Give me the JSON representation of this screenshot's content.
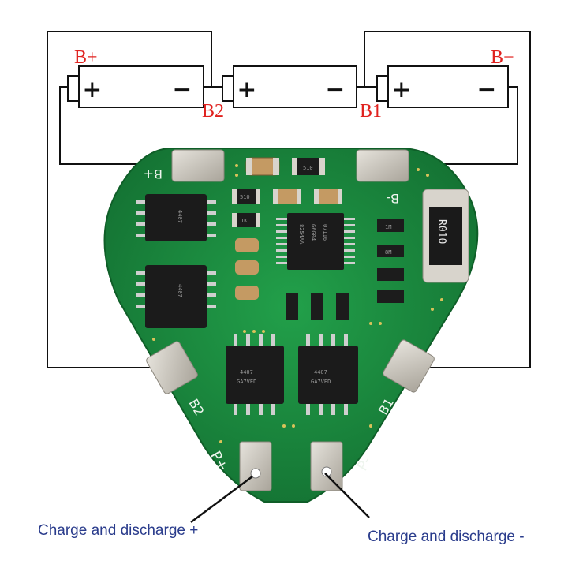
{
  "diagram": {
    "wiring_labels": {
      "b_plus": "B+",
      "b_minus": "B−",
      "b1": "B1",
      "b2": "B2"
    },
    "cell_polarity": {
      "plus": "+",
      "minus": "−"
    },
    "board_silkscreen": {
      "b_plus": "B+",
      "b_minus": "B-",
      "b1": "B1",
      "b2": "B2",
      "p_plus": "P+",
      "p_minus": "P-"
    },
    "component_markings": {
      "mosfet": "4407",
      "mosfet_code": "GA7VED",
      "ic_line1": "8254AA",
      "ic_line2": "G6G04",
      "ic_line3": "07116",
      "shunt": "R010",
      "smd_510": "510",
      "smd_1k": "1K",
      "smd_1m": "1M",
      "smd_8m": "8M"
    },
    "callouts": {
      "charge_plus": "Charge and discharge +",
      "charge_minus": "Charge and discharge -"
    },
    "colors": {
      "wire": "#111111",
      "label_red": "#e0211e",
      "label_blue": "#2a3c8c",
      "pcb_green": "#1d8a3a",
      "pad_metal": "#c9c5bd"
    }
  }
}
